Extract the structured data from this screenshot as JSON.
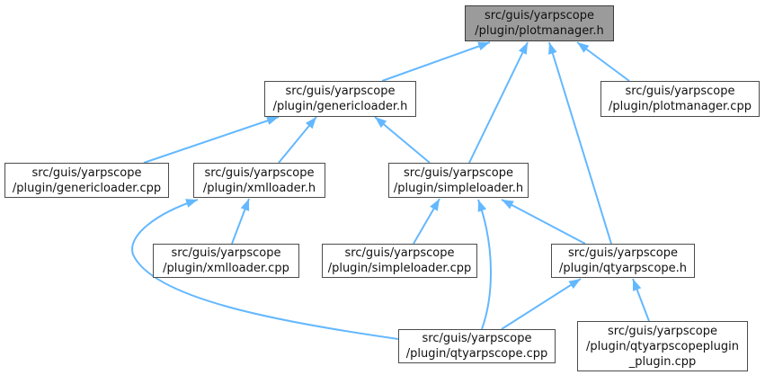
{
  "diagram": {
    "title": "include dependency graph for src/guis/yarpscope/plugin/plotmanager.h",
    "type": "dependency-graph",
    "colors": {
      "edge": "#63b8ff",
      "node_fill": "#ffffff",
      "node_border": "#4c4c4c",
      "highlight_fill": "#9b9b9b",
      "highlight_border": "#3d3d3d",
      "text": "#111111",
      "background": "#ffffff"
    },
    "nodes": [
      {
        "id": "plotmanager_h",
        "label": "src/guis/yarpscope\n/plugin/plotmanager.h",
        "highlighted": true
      },
      {
        "id": "genericloader_h",
        "label": "src/guis/yarpscope\n/plugin/genericloader.h",
        "highlighted": false
      },
      {
        "id": "plotmanager_cpp",
        "label": "src/guis/yarpscope\n/plugin/plotmanager.cpp",
        "highlighted": false
      },
      {
        "id": "genericloader_cpp",
        "label": "src/guis/yarpscope\n/plugin/genericloader.cpp",
        "highlighted": false
      },
      {
        "id": "xmlloader_h",
        "label": "src/guis/yarpscope\n/plugin/xmlloader.h",
        "highlighted": false
      },
      {
        "id": "simpleloader_h",
        "label": "src/guis/yarpscope\n/plugin/simpleloader.h",
        "highlighted": false
      },
      {
        "id": "xmlloader_cpp",
        "label": "src/guis/yarpscope\n/plugin/xmlloader.cpp",
        "highlighted": false
      },
      {
        "id": "simpleloader_cpp",
        "label": "src/guis/yarpscope\n/plugin/simpleloader.cpp",
        "highlighted": false
      },
      {
        "id": "qtyarpscope_h",
        "label": "src/guis/yarpscope\n/plugin/qtyarpscope.h",
        "highlighted": false
      },
      {
        "id": "qtyarpscope_cpp",
        "label": "src/guis/yarpscope\n/plugin/qtyarpscope.cpp",
        "highlighted": false
      },
      {
        "id": "qtyarpscopeplugin_plugin_cpp",
        "label": "src/guis/yarpscope\n/plugin/qtyarpscopeplugin\n_plugin.cpp",
        "highlighted": false
      }
    ],
    "edges": [
      {
        "from": "genericloader_h",
        "to": "plotmanager_h"
      },
      {
        "from": "plotmanager_cpp",
        "to": "plotmanager_h"
      },
      {
        "from": "simpleloader_h",
        "to": "plotmanager_h"
      },
      {
        "from": "qtyarpscope_h",
        "to": "plotmanager_h"
      },
      {
        "from": "genericloader_cpp",
        "to": "genericloader_h"
      },
      {
        "from": "xmlloader_h",
        "to": "genericloader_h"
      },
      {
        "from": "simpleloader_h",
        "to": "genericloader_h"
      },
      {
        "from": "xmlloader_cpp",
        "to": "xmlloader_h"
      },
      {
        "from": "qtyarpscope_cpp",
        "to": "xmlloader_h"
      },
      {
        "from": "simpleloader_cpp",
        "to": "simpleloader_h"
      },
      {
        "from": "qtyarpscope_cpp",
        "to": "simpleloader_h"
      },
      {
        "from": "qtyarpscope_h",
        "to": "simpleloader_h"
      },
      {
        "from": "qtyarpscope_cpp",
        "to": "qtyarpscope_h"
      },
      {
        "from": "qtyarpscopeplugin_plugin_cpp",
        "to": "qtyarpscope_h"
      }
    ]
  }
}
